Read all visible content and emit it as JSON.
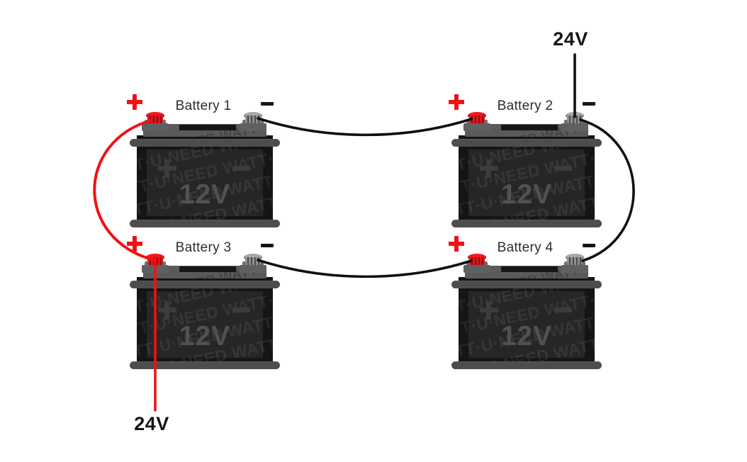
{
  "labels": {
    "voltage_top": "24V",
    "voltage_bottom": "24V",
    "plus": "+",
    "minus": "−",
    "watermark_brand": "WATT·U·NEED",
    "watermark": "WATT·U·NEED WATT·U·NEED WATT·U·NEED WATT·U·NEED WATT·U·NEED WATT·U·NEED WATT·U·NEED WATT·U·NEED WATT·U·NEED WATT·U·NEED WATT·U·NEED WATT·U·NEED WATT·U·NEED WATT·U·NEED WATT·U·NEED WATT·U·NEED"
  },
  "batteries": [
    {
      "name": "Battery 1",
      "voltage": "12V"
    },
    {
      "name": "Battery 2",
      "voltage": "12V"
    },
    {
      "name": "Battery 3",
      "voltage": "12V"
    },
    {
      "name": "Battery 4",
      "voltage": "12V"
    }
  ],
  "colors": {
    "positive_red": "#f01115",
    "wire_black": "#101010",
    "battery_body": "#1f1f1f",
    "rail_gray": "#4d4d4d",
    "platform_gray": "#5a5a5a",
    "label_text": "#2d2d2d",
    "voltage_text": "#161616"
  }
}
